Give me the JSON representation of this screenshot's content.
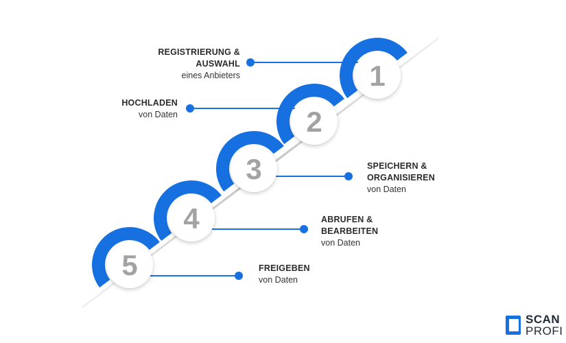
{
  "colors": {
    "accent": "#1670e0",
    "number": "#a3a3a3",
    "diagonal": "#c4c4c4",
    "text": "#2b2b2b"
  },
  "steps": [
    {
      "number": "1",
      "title": [
        "REGISTRIERUNG &",
        "AUSWAHL"
      ],
      "subtitle": "eines Anbieters"
    },
    {
      "number": "2",
      "title": [
        "HOCHLADEN"
      ],
      "subtitle": "von Daten"
    },
    {
      "number": "3",
      "title": [
        "SPEICHERN &",
        "ORGANISIEREN"
      ],
      "subtitle": "von Daten"
    },
    {
      "number": "4",
      "title": [
        "ABRUFEN &",
        "BEARBEITEN"
      ],
      "subtitle": "von Daten"
    },
    {
      "number": "5",
      "title": [
        "FREIGEBEN"
      ],
      "subtitle": "von Daten"
    }
  ],
  "logo": {
    "line1": "SCAN",
    "line2": "PROFI"
  }
}
